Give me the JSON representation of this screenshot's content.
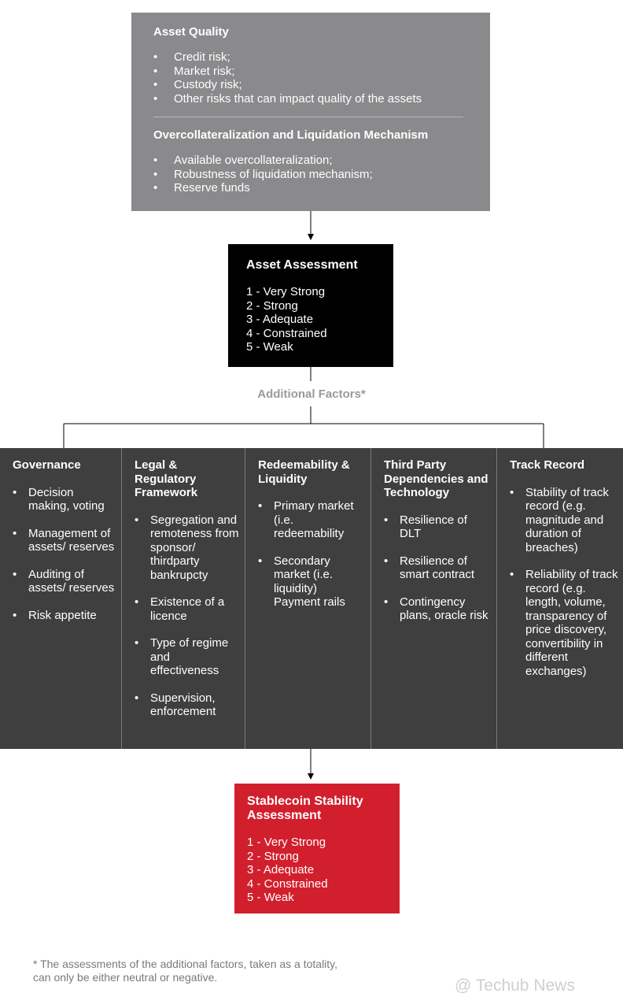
{
  "asset_quality": {
    "title": "Asset Quality",
    "items": [
      "Credit risk;",
      "Market risk;",
      "Custody risk;",
      "Other risks that can impact quality of the assets"
    ]
  },
  "overcollateralization": {
    "title": "Overcollateralization and Liquidation Mechanism",
    "items": [
      "Available overcollateralization;",
      "Robustness of liquidation mechanism;",
      "Reserve funds"
    ]
  },
  "asset_assessment": {
    "title": "Asset Assessment",
    "ratings": [
      "1 - Very Strong",
      "2 - Strong",
      "3 - Adequate",
      "4 - Constrained",
      "5 - Weak"
    ]
  },
  "additional_factors_label": "Additional Factors*",
  "factors": [
    {
      "title": "Governance",
      "items": [
        "Decision making, voting",
        "Management of assets/ reserves",
        "Auditing of assets/ reserves",
        "Risk appetite"
      ]
    },
    {
      "title": "Legal & Regulatory Framework",
      "items": [
        "Segregation and remoteness from sponsor/ thirdparty bankrupcty",
        "Existence of a licence",
        "Type of regime and effectiveness",
        "Supervision, enforcement"
      ]
    },
    {
      "title": "Redeemability & Liquidity",
      "items": [
        "Primary market (i.e. redeemability",
        "Secondary market (i.e. liquidity) Payment rails"
      ]
    },
    {
      "title": "Third Party Dependencies and Technology",
      "items": [
        "Resilience of DLT",
        "Resilience of smart contract",
        "Contingency plans, oracle risk"
      ]
    },
    {
      "title": "Track Record",
      "items": [
        "Stability of track record (e.g. magnitude and duration of breaches)",
        "Reliability of track record (e.g. length, volume, transparency of price discovery, convertibility in different exchanges)"
      ]
    }
  ],
  "stability_assessment": {
    "title": "Stablecoin Stability Assessment",
    "ratings": [
      "1 - Very Strong",
      "2 - Strong",
      "3 - Adequate",
      "4 - Constrained",
      "5 - Weak"
    ]
  },
  "footnote": {
    "marker": "*",
    "text": "The assessments of the additional factors, taken as a totality, can only be either neutral or negative."
  },
  "watermark": "@ Techub News",
  "colors": {
    "grey_box": "#8a8a8c",
    "asset_box": "#000000",
    "columns": "#3f3f3f",
    "stability_box": "#d21f2d"
  }
}
